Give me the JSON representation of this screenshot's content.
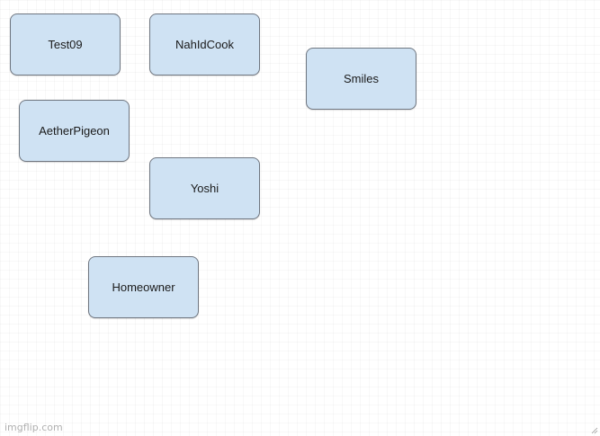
{
  "diagram": {
    "nodes": [
      {
        "id": "test09",
        "label": "Test09"
      },
      {
        "id": "nahidcook",
        "label": "NahIdCook"
      },
      {
        "id": "smiles",
        "label": "Smiles"
      },
      {
        "id": "aetherpigeon",
        "label": "AetherPigeon"
      },
      {
        "id": "yoshi",
        "label": "Yoshi"
      },
      {
        "id": "homeowner",
        "label": "Homeowner"
      }
    ],
    "node_fill": "#cfe2f3",
    "node_stroke": "#6f7680"
  },
  "watermark": "imgflip.com",
  "icons": {
    "resize": "resize-grip-icon"
  }
}
